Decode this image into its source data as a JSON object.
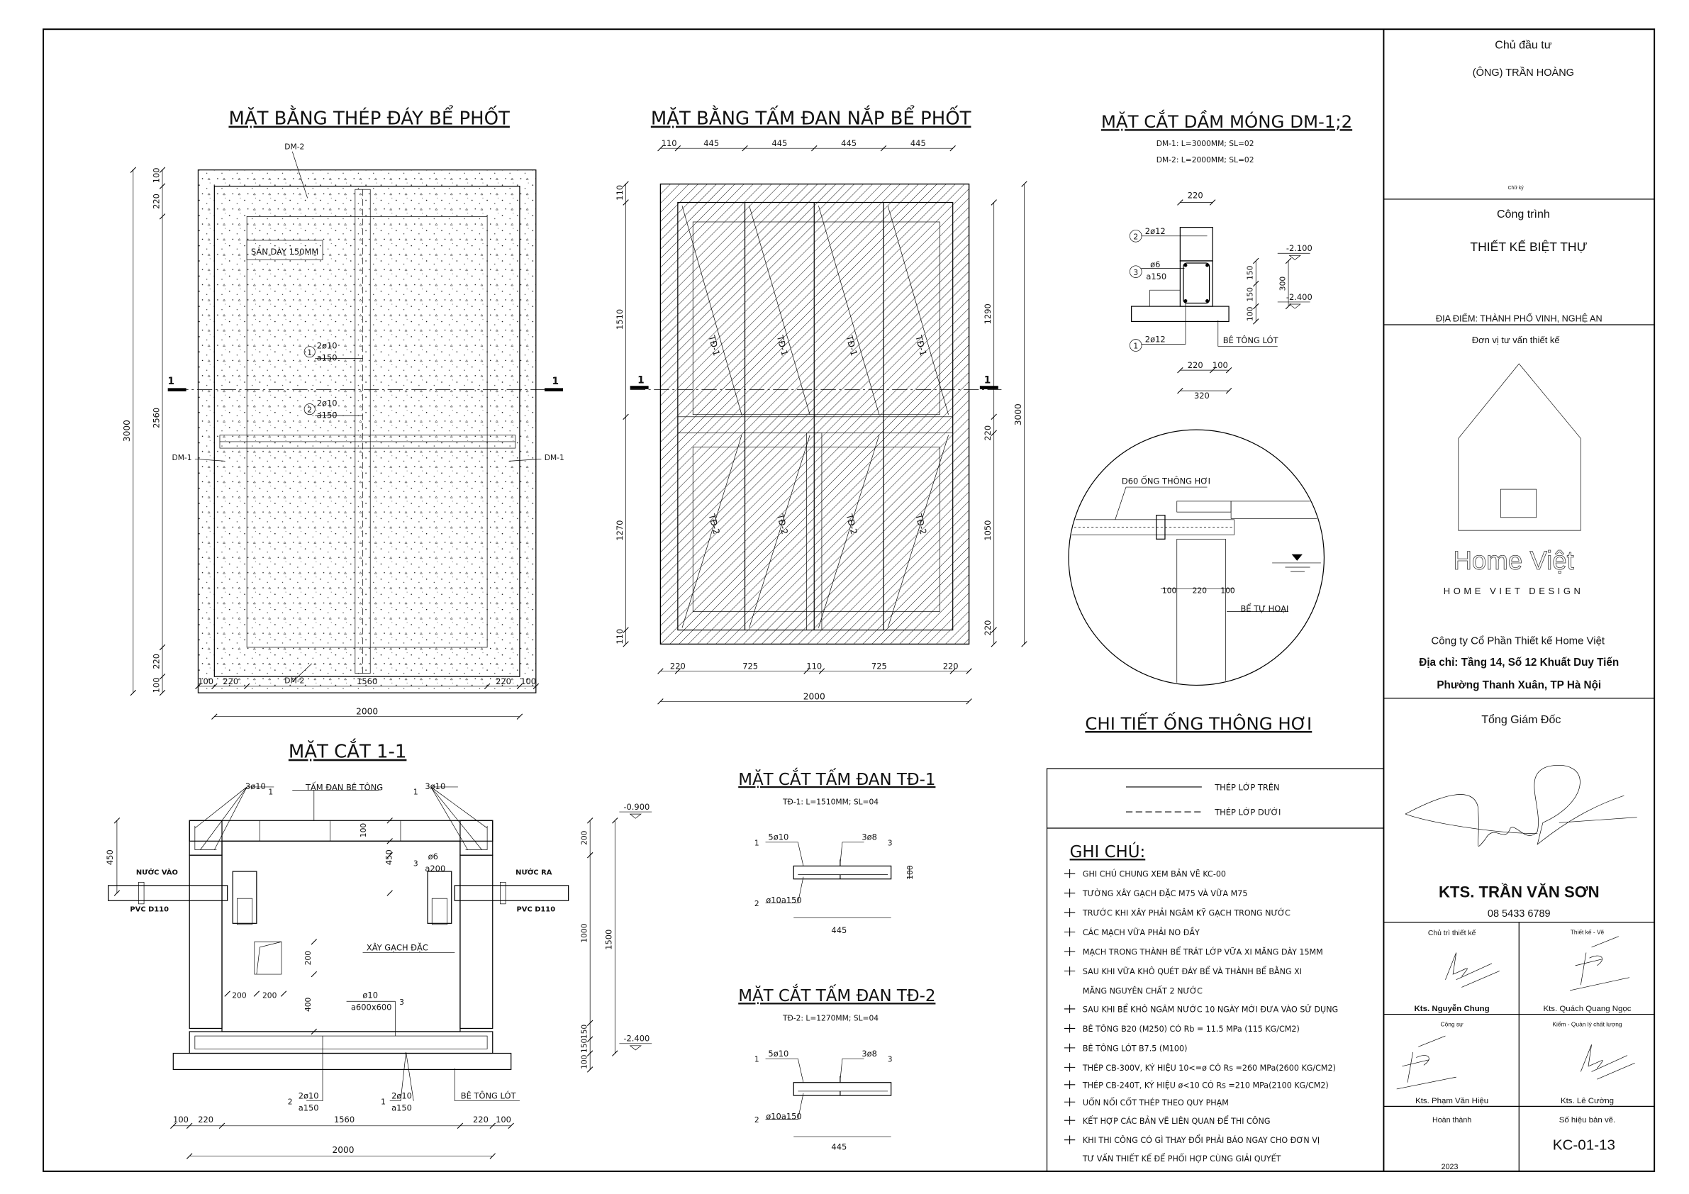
{
  "plan_bottom": {
    "title": "MẶT BẰNG THÉP ĐÁY BỂ PHỐT",
    "dm2_top": "DM-2",
    "dm2_bottom": "DM-2",
    "dm1_left": "DM-1",
    "dm1_right": "DM-1",
    "slab_note": "SÀN DÀY 150MM",
    "bar1_no": "1",
    "bar1": "2ø10",
    "bar1_spacing": "a150",
    "bar2_no": "2",
    "bar2": "2ø10",
    "bar2_spacing": "a150",
    "section_left": "1",
    "section_right": "1",
    "dims_left_total": "3000",
    "dims_left": [
      "100",
      "220",
      "2560",
      "220",
      "100"
    ],
    "dims_bottom": [
      "100",
      "220",
      "1560",
      "220",
      "100"
    ],
    "dims_bottom_total": "2000"
  },
  "plan_cover": {
    "title": "MẶT BẰNG TẤM ĐAN NẮP BỂ PHỐT",
    "panels_top": [
      "TĐ-1",
      "TĐ-1",
      "TĐ-1",
      "TĐ-1"
    ],
    "panels_bottom": [
      "TĐ-2",
      "TĐ-2",
      "TĐ-2",
      "TĐ-2"
    ],
    "section_left": "1",
    "section_right": "1",
    "dims_top": [
      "110",
      "445",
      "445",
      "445",
      "445"
    ],
    "dims_left": [
      "110",
      "1510",
      "1270",
      "110"
    ],
    "dims_right": [
      "1290",
      "220",
      "1050",
      "220"
    ],
    "dims_right_total": "3000",
    "dims_bottom": [
      "220",
      "725",
      "110",
      "725",
      "220"
    ],
    "dims_bottom_total": "2000"
  },
  "beam_section": {
    "title": "MẶT CẮT DẦM MÓNG DM-1;2",
    "spec1": "DM-1:  L=3000MM;  SL=02",
    "spec2": "DM-2:  L=2000MM;  SL=02",
    "dim_top": "220",
    "bar2_no": "2",
    "bar2": "2ø12",
    "bar3_no": "3",
    "bar3": "ø6",
    "bar3_spacing": "a150",
    "bar1_no": "1",
    "bar1": "2ø12",
    "lean_concrete": "BÊ TÔNG LÓT",
    "dims_height": [
      "150",
      "150",
      "100"
    ],
    "dim_300": "300",
    "level_top": "-2.100",
    "level_bottom": "-2.400",
    "dims_bottom": [
      "220",
      "100"
    ],
    "dim_total": "320"
  },
  "vent_detail": {
    "title": "CHI TIẾT ỐNG THÔNG HƠI",
    "pipe_label": "D60 ỐNG THÔNG HƠI",
    "tank_label": "BỂ TỰ HOẠI",
    "dims": [
      "100",
      "220",
      "100"
    ]
  },
  "section_11": {
    "title": "MẶT CẮT 1-1",
    "left_bar_no": "1",
    "left_bar": "3ø10",
    "right_bar_no": "1",
    "right_bar": "3ø10",
    "cover_label": "TẤM ĐAN BÊ TÔNG",
    "inlet": "NƯỚC VÀO",
    "outlet": "NƯỚC RA",
    "pipe_left": "PVC D110",
    "pipe_right": "PVC D110",
    "stirrup_no": "3",
    "stirrup": "ø6",
    "stirrup_spacing": "a200",
    "wall_label": "XÂY GẠCH ĐẶC",
    "mesh_no": "3",
    "mesh": "ø10",
    "mesh_spacing": "a600x600",
    "bottom_bar2_no": "2",
    "bottom_bar2": "2ø10",
    "bottom_bar2_spacing": "a150",
    "bottom_bar1_no": "1",
    "bottom_bar1": "2ø10",
    "bottom_bar1_spacing": "a150",
    "lean_concrete": "BÊ TÔNG LÓT",
    "dim_left": "450",
    "dim_slab": "100",
    "dim_pipe": "450",
    "dim_hole_h": "200",
    "dim_hole_y": "400",
    "dim_hole_x": [
      "200",
      "200"
    ],
    "dims_right": [
      "200",
      "1000",
      "150",
      "150",
      "100"
    ],
    "dim_right_total": "1500",
    "level_top": "-0.900",
    "level_bottom": "-2.400",
    "dims_bottom": [
      "100",
      "220",
      "1560",
      "220",
      "100"
    ],
    "dims_bottom_total": "2000"
  },
  "slab_td1": {
    "title": "MẶT CẮT TẤM ĐAN TĐ-1",
    "spec": "TĐ-1: L=1510MM; SL=04",
    "bar1_no": "1",
    "bar1": "5ø10",
    "bar3_no": "3",
    "bar3": "3ø8",
    "bar2_no": "2",
    "bar2": "ø10a150",
    "dim_h": "100",
    "dim_w": "445"
  },
  "slab_td2": {
    "title": "MẶT CẮT TẤM ĐAN TĐ-2",
    "spec": "TĐ-2: L=1270MM; SL=04",
    "bar1_no": "1",
    "bar1": "5ø10",
    "bar3_no": "3",
    "bar3": "3ø8",
    "bar2_no": "2",
    "bar2": "ø10a150",
    "dim_w": "445"
  },
  "legend": {
    "top_steel": "THÉP LỚP TRÊN",
    "bottom_steel": "THÉP LỚP DƯỚI"
  },
  "notes": {
    "title": "GHI CHÚ:",
    "lines": [
      "GHI CHÚ CHUNG XEM BẢN VẼ KC-00",
      "TƯỜNG XÂY GẠCH ĐẶC M75 VÀ VỮA M75",
      "TRƯỚC KHI XÂY PHẢI NGÂM KỸ GẠCH TRONG NƯỚC",
      "CÁC MẠCH VỮA PHẢI NO ĐẦY",
      "MẠCH TRONG THÀNH BỂ TRÁT LỚP VỮA XI MĂNG DÀY 15MM",
      "SAU KHI VỮA KHÔ QUÉT ĐÁY BỂ VÀ THÀNH BỂ BẰNG XI",
      "MĂNG NGUYÊN CHẤT 2 NƯỚC",
      "SAU KHI BỂ KHÔ NGÂM NƯỚC 10 NGÀY MỚI ĐƯA VÀO SỬ DỤNG",
      "BÊ TÔNG B20 (M250) CÓ Rb = 11.5 MPa (115 KG/CM2)",
      "BÊ TÔNG LÓT B7.5 (M100)",
      "THÉP CB-300V, KÝ HIỆU 10<=ø CÓ Rs =260 MPa(2600 KG/CM2)",
      "THÉP CB-240T, KÝ HIỆU ø<10 CÓ Rs =210 MPa(2100 KG/CM2)",
      "UỐN NỐI CỐT THÉP THEO QUY PHẠM",
      "KẾT HỢP CÁC BẢN VẼ LIÊN QUAN ĐỂ THI CÔNG",
      "KHI THI CÔNG CÓ GÌ THAY ĐỔI PHẢI BÁO NGAY CHO ĐƠN VỊ",
      "TƯ VẤN THIẾT KẾ ĐỂ PHỐI HỢP CÙNG GIẢI QUYẾT"
    ]
  },
  "title_block": {
    "owner_label": "Chủ đầu tư",
    "owner": "(ÔNG) TRẦN HOÀNG",
    "signature_label": "Chữ ký",
    "project_label": "Công trình",
    "project": "THIẾT KẾ BIỆT THỰ",
    "location": "ĐỊA ĐIỂM: THÀNH PHỐ VINH, NGHỆ AN",
    "consultant_label": "Đơn vị tư vấn thiết kế",
    "logo_text": "Home Việt",
    "logo_sub": "HOME VIET DESIGN",
    "company": "Công ty Cổ Phần Thiết kế Home Việt",
    "address1": "Địa chỉ: Tầng 14, Số 12 Khuất Duy Tiến",
    "address2": "Phường Thanh Xuân, TP Hà Nội",
    "director_label": "Tổng Giám Đốc",
    "director": "KTS. TRẦN VĂN SƠN",
    "phone": "08 5433 6789",
    "lead_label": "Chủ trì thiết kế",
    "lead": "Kts. Nguyễn Chung",
    "drafter_label": "Thiết kế - Vẽ",
    "drafter": "Kts. Quách Quang Ngọc",
    "assistant_label": "Cộng sự",
    "assistant": "Kts. Phạm Văn Hiệu",
    "qc_label": "Kiểm - Quản lý chất lượng",
    "qc": "Kts. Lê Cường",
    "completed_label": "Hoàn thành",
    "completed": "2023",
    "drawing_no_label": "Số hiệu bản vẽ.",
    "drawing_no": "KC-01-13"
  }
}
